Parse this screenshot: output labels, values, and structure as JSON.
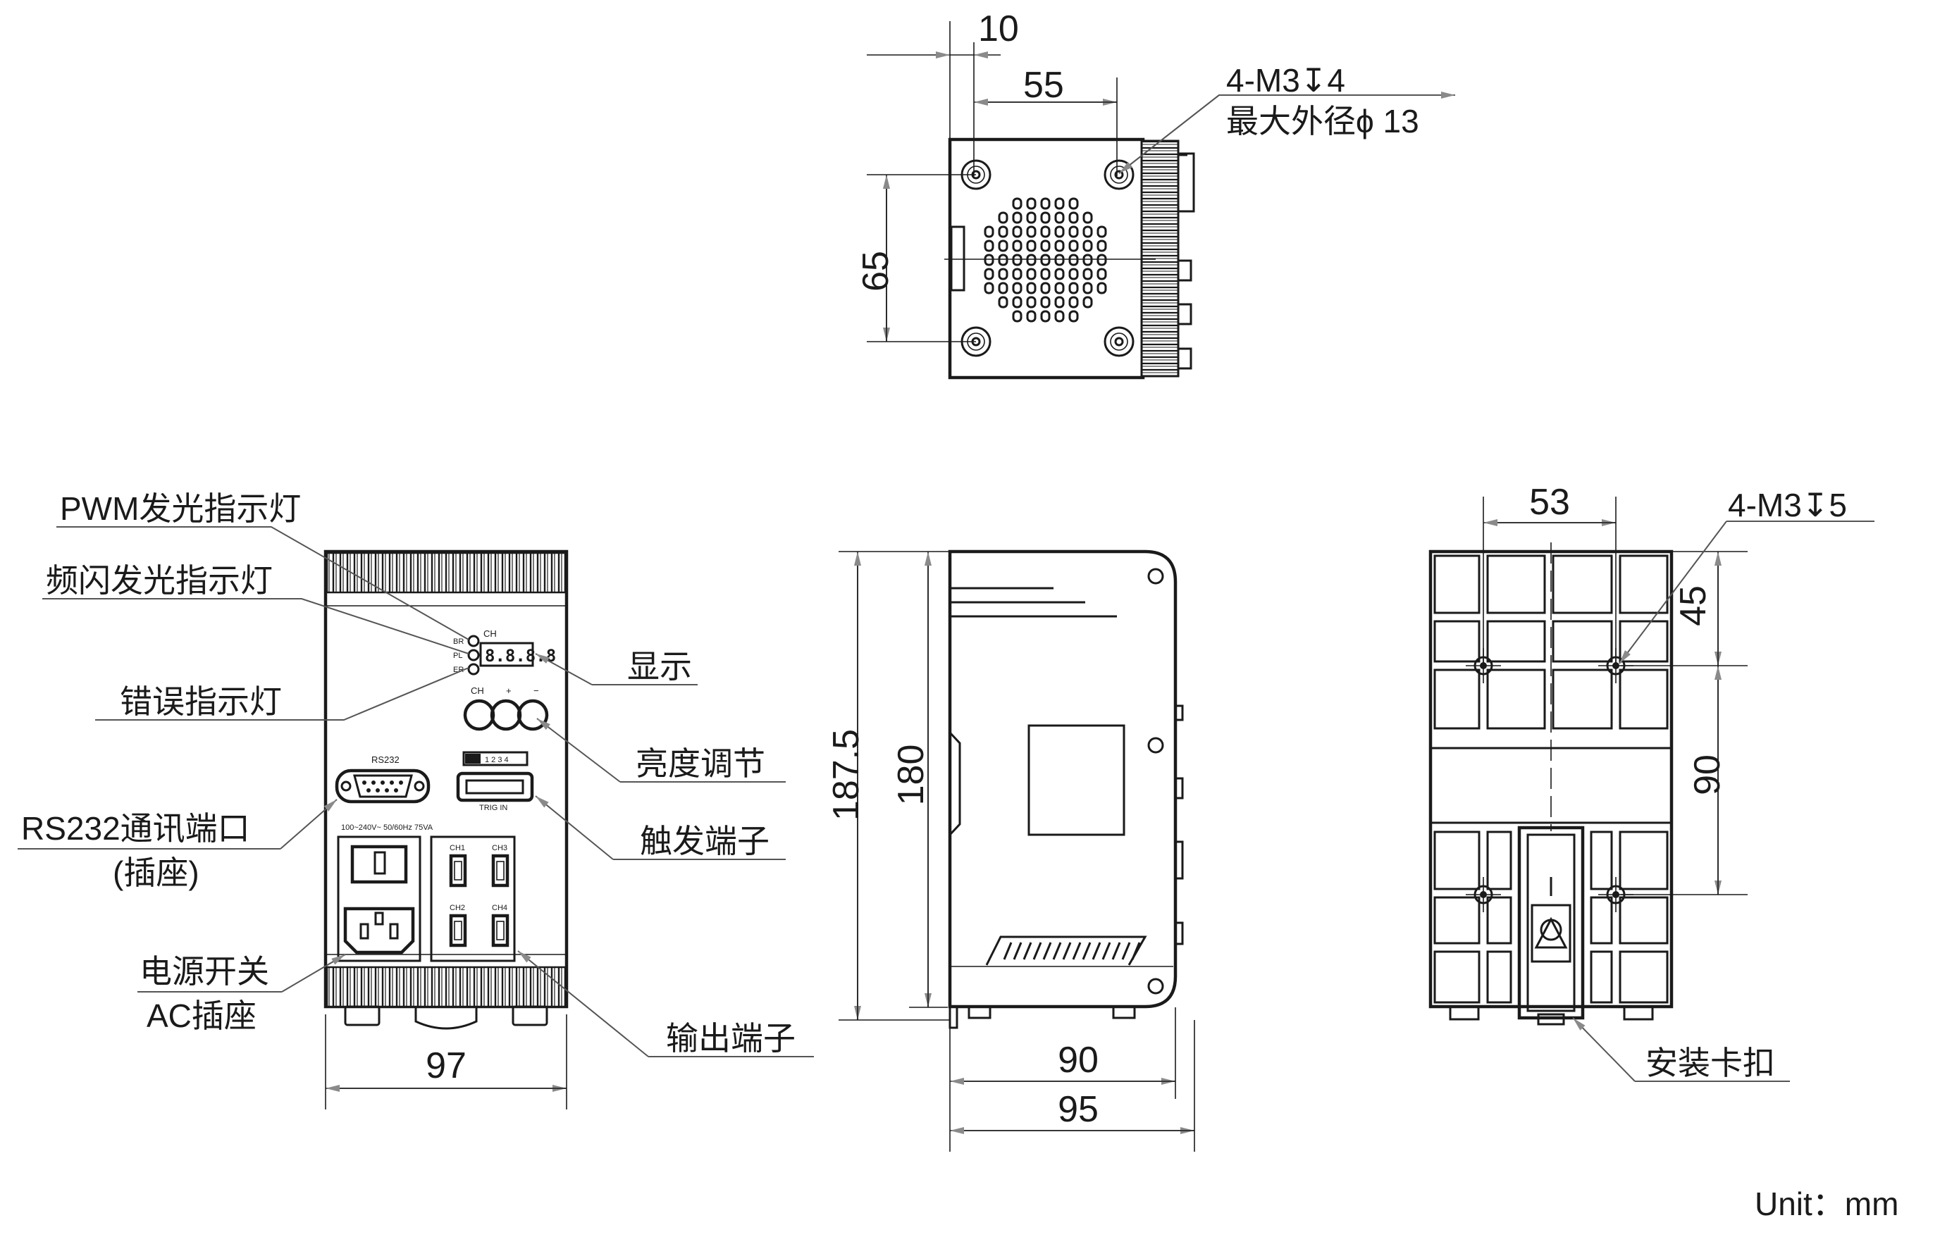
{
  "title": "",
  "units": "Unit：mm",
  "top_view": {
    "dims": {
      "d10": "10",
      "d55": "55",
      "d65": "65"
    },
    "hole_note_line1": "4-M3↧4",
    "hole_note_line2": "最大外径ϕ 13"
  },
  "front_view": {
    "width_dim": "97",
    "callouts": {
      "pwm_indicator": "PWM发光指示灯",
      "strobe_indicator": "频闪发光指示灯",
      "error_indicator": "错误指示灯",
      "rs232_line1": "RS232通讯端口",
      "rs232_line2": "(插座)",
      "power_line1": "电源开关",
      "power_line2": "AC插座",
      "display": "显示",
      "brightness": "亮度调节",
      "trigger": "触发端子",
      "output": "输出端子"
    },
    "panel": {
      "rs232": "RS232",
      "ch": "CH",
      "br": "BR",
      "pl": "PL",
      "er": "ER",
      "minus": "−",
      "plus": "+",
      "ch_btn": "CH",
      "trig_in": "TRIG IN",
      "switch_nums": "1 2 3 4",
      "power_rating": "100~240V~ 50/60Hz 75VA",
      "ch1": "CH1",
      "ch2": "CH2",
      "ch3": "CH3",
      "ch4": "CH4",
      "seg_display": "8.8.8.8"
    }
  },
  "side_view": {
    "dims": {
      "h_outer": "187.5",
      "h_inner": "180",
      "w_inner": "90",
      "w_outer": "95"
    }
  },
  "back_view": {
    "dims": {
      "d53": "53",
      "d45": "45",
      "d90": "90"
    },
    "hole_note": "4-M3↧5",
    "clip_label": "安装卡扣"
  }
}
